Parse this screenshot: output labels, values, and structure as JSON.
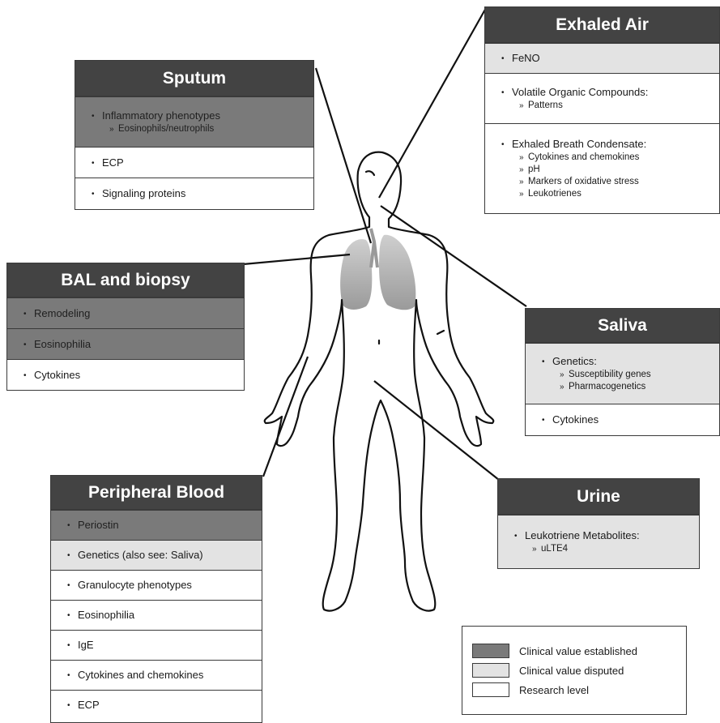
{
  "colors": {
    "title_bg": "#434343",
    "established": "#7a7a7a",
    "disputed": "#e3e3e3",
    "research": "#ffffff",
    "lungs": "#b8b8b8"
  },
  "boxes": {
    "exhaled_air": {
      "title": "Exhaled Air",
      "rows": [
        {
          "level": "disputed",
          "item": "FeNO",
          "subs": []
        },
        {
          "level": "research",
          "item": "Volatile Organic Compounds:",
          "subs": [
            "Patterns"
          ]
        },
        {
          "level": "research",
          "item": "Exhaled Breath Condensate:",
          "subs": [
            "Cytokines and chemokines",
            "pH",
            "Markers of oxidative stress",
            "Leukotrienes"
          ]
        }
      ]
    },
    "sputum": {
      "title": "Sputum",
      "rows": [
        {
          "level": "established",
          "item": "Inflammatory phenotypes",
          "subs": [
            "Eosinophils/neutrophils"
          ]
        },
        {
          "level": "research",
          "item": "ECP",
          "subs": []
        },
        {
          "level": "research",
          "item": "Signaling proteins",
          "subs": []
        }
      ]
    },
    "bal": {
      "title": "BAL and biopsy",
      "rows": [
        {
          "level": "established",
          "item": "Remodeling",
          "subs": []
        },
        {
          "level": "established",
          "item": "Eosinophilia",
          "subs": []
        },
        {
          "level": "research",
          "item": "Cytokines",
          "subs": []
        }
      ]
    },
    "saliva": {
      "title": "Saliva",
      "rows": [
        {
          "level": "disputed",
          "item": "Genetics:",
          "subs": [
            "Susceptibility genes",
            "Pharmacogenetics"
          ]
        },
        {
          "level": "research",
          "item": "Cytokines",
          "subs": []
        }
      ]
    },
    "urine": {
      "title": "Urine",
      "rows": [
        {
          "level": "disputed",
          "item": "Leukotriene Metabolites:",
          "subs": [
            "uLTE4"
          ]
        }
      ]
    },
    "blood": {
      "title": "Peripheral Blood",
      "rows": [
        {
          "level": "established",
          "item": "Periostin",
          "subs": []
        },
        {
          "level": "disputed",
          "item": "Genetics (also see: Saliva)",
          "subs": []
        },
        {
          "level": "research",
          "item": "Granulocyte phenotypes",
          "subs": []
        },
        {
          "level": "research",
          "item": "Eosinophilia",
          "subs": []
        },
        {
          "level": "research",
          "item": "IgE",
          "subs": []
        },
        {
          "level": "research",
          "item": "Cytokines and chemokines",
          "subs": []
        },
        {
          "level": "research",
          "item": "ECP",
          "subs": []
        }
      ]
    }
  },
  "legend": {
    "established": "Clinical value established",
    "disputed": "Clinical value disputed",
    "research": "Research level"
  }
}
